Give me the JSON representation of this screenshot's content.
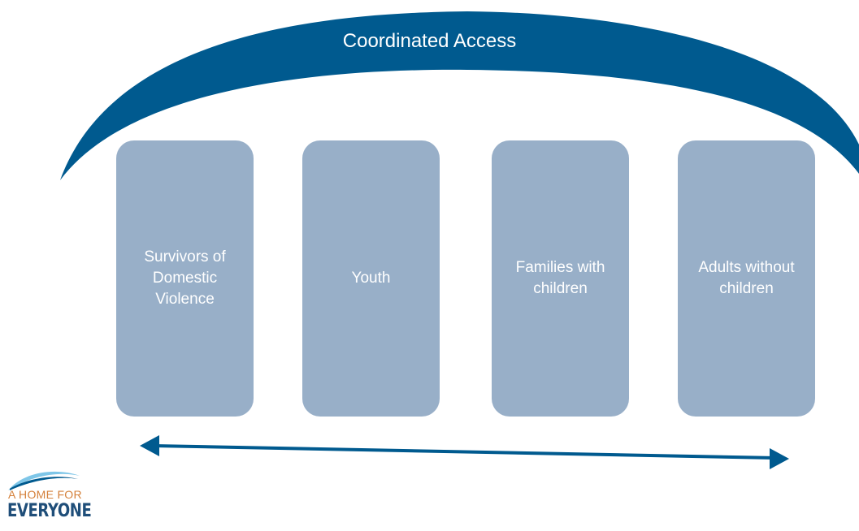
{
  "diagram": {
    "title": "Coordinated Access",
    "pillars": [
      {
        "label": "Survivors of Domestic Violence"
      },
      {
        "label": "Youth"
      },
      {
        "label": "Families with children"
      },
      {
        "label": "Adults without children"
      }
    ]
  },
  "logo": {
    "line1": "A HOME FOR",
    "line2": "EVERYONE"
  },
  "colors": {
    "arc": "#005a8f",
    "pillar": "#98afc8",
    "arrow": "#005a8f",
    "logo_top_text": "#d4803a",
    "logo_bottom_text": "#1f4e79",
    "logo_arc_top": "#7ec6e8",
    "logo_arc_bottom": "#005a8f"
  },
  "icons": {
    "arrow": "double-headed-arrow",
    "logo_arc": "logo-arc-icon"
  }
}
